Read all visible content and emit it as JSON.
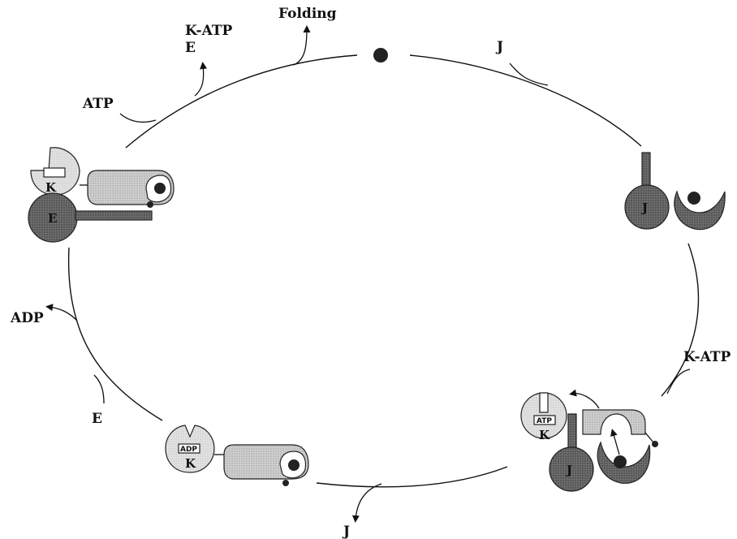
{
  "labels": {
    "folding": "Folding",
    "k_atp_top": "K-ATP",
    "e_top": "E",
    "atp": "ATP",
    "j_top": "J",
    "k_atp_right": "K-ATP",
    "j_bottom": "J",
    "e_left": "E",
    "adp": "ADP"
  },
  "complexes": {
    "j_substrate": {
      "j_label": "J"
    },
    "j_k_substrate": {
      "k_label": "K",
      "box_label": "ATP",
      "j_label": "J"
    },
    "k_adp_substrate": {
      "k_label": "K",
      "box_label": "ADP"
    },
    "k_e_substrate": {
      "k_label": "K",
      "e_label": "E"
    }
  }
}
